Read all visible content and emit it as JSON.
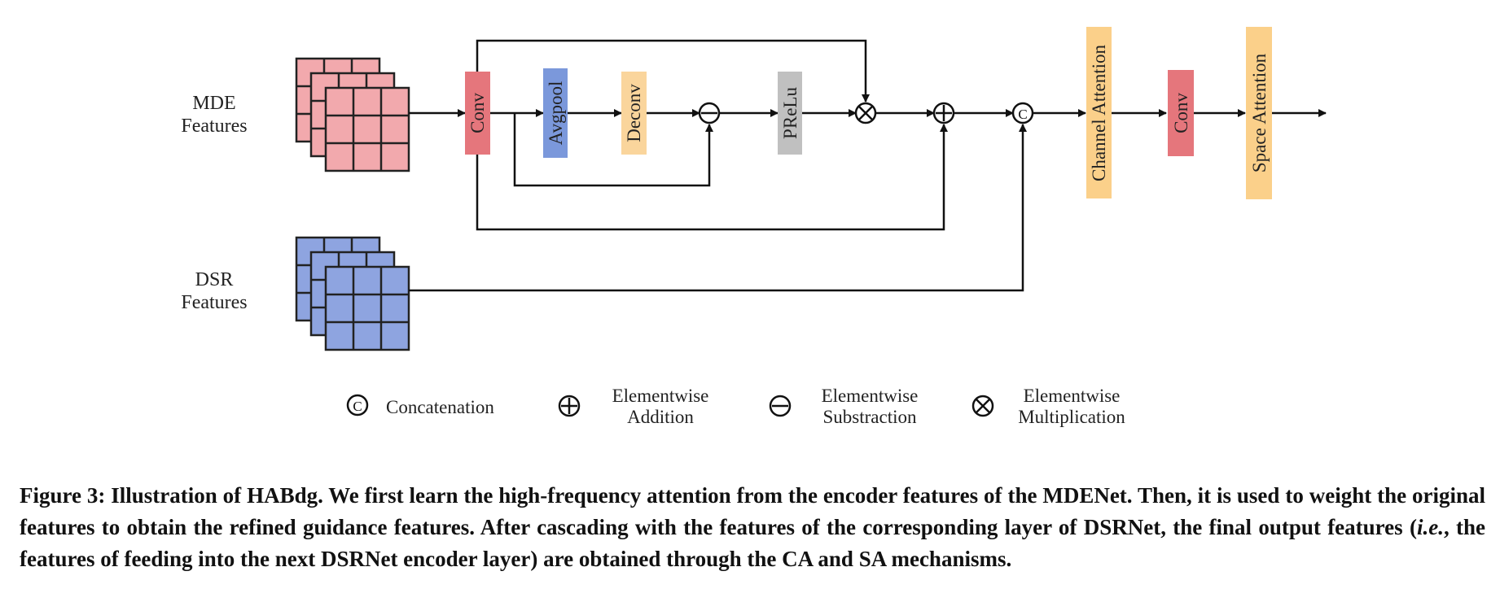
{
  "inputs": {
    "mde": {
      "line1": "MDE",
      "line2": "Features"
    },
    "dsr": {
      "line1": "DSR",
      "line2": "Features"
    }
  },
  "blocks": {
    "conv1": "Conv",
    "avgpool": "Avgpool",
    "deconv": "Deconv",
    "prelu": "PReLu",
    "channel_attention": "Channel Attention",
    "conv2": "Conv",
    "space_attention": "Space Attention"
  },
  "concat_symbol": "C",
  "legend": {
    "concat": {
      "symbol": "C",
      "label": "Concatenation"
    },
    "add": {
      "line1": "Elementwise",
      "line2": "Addition"
    },
    "sub": {
      "line1": "Elementwise",
      "line2": "Substraction"
    },
    "mul": {
      "line1": "Elementwise",
      "line2": "Multiplication"
    }
  },
  "caption": {
    "part1": "Figure 3: Illustration of HABdg. We first learn the high-frequency attention from the encoder features of the MDENet. Then, it is used to weight the original features to obtain the refined guidance features. After cascading with the features of the corresponding layer of DSRNet, the final output features (",
    "ie": "i.e.",
    "part2": ", the features of feeding into the next DSRNet encoder layer) are obtained through the CA and SA mechanisms."
  },
  "colors": {
    "mde_grid": "#f2a9ad",
    "dsr_grid": "#8ea4e0",
    "conv": "#e5767c",
    "avgpool": "#7b98db",
    "deconv": "#fad59c",
    "prelu": "#c0c0c0",
    "attention": "#fbd08a",
    "line": "#111111"
  }
}
